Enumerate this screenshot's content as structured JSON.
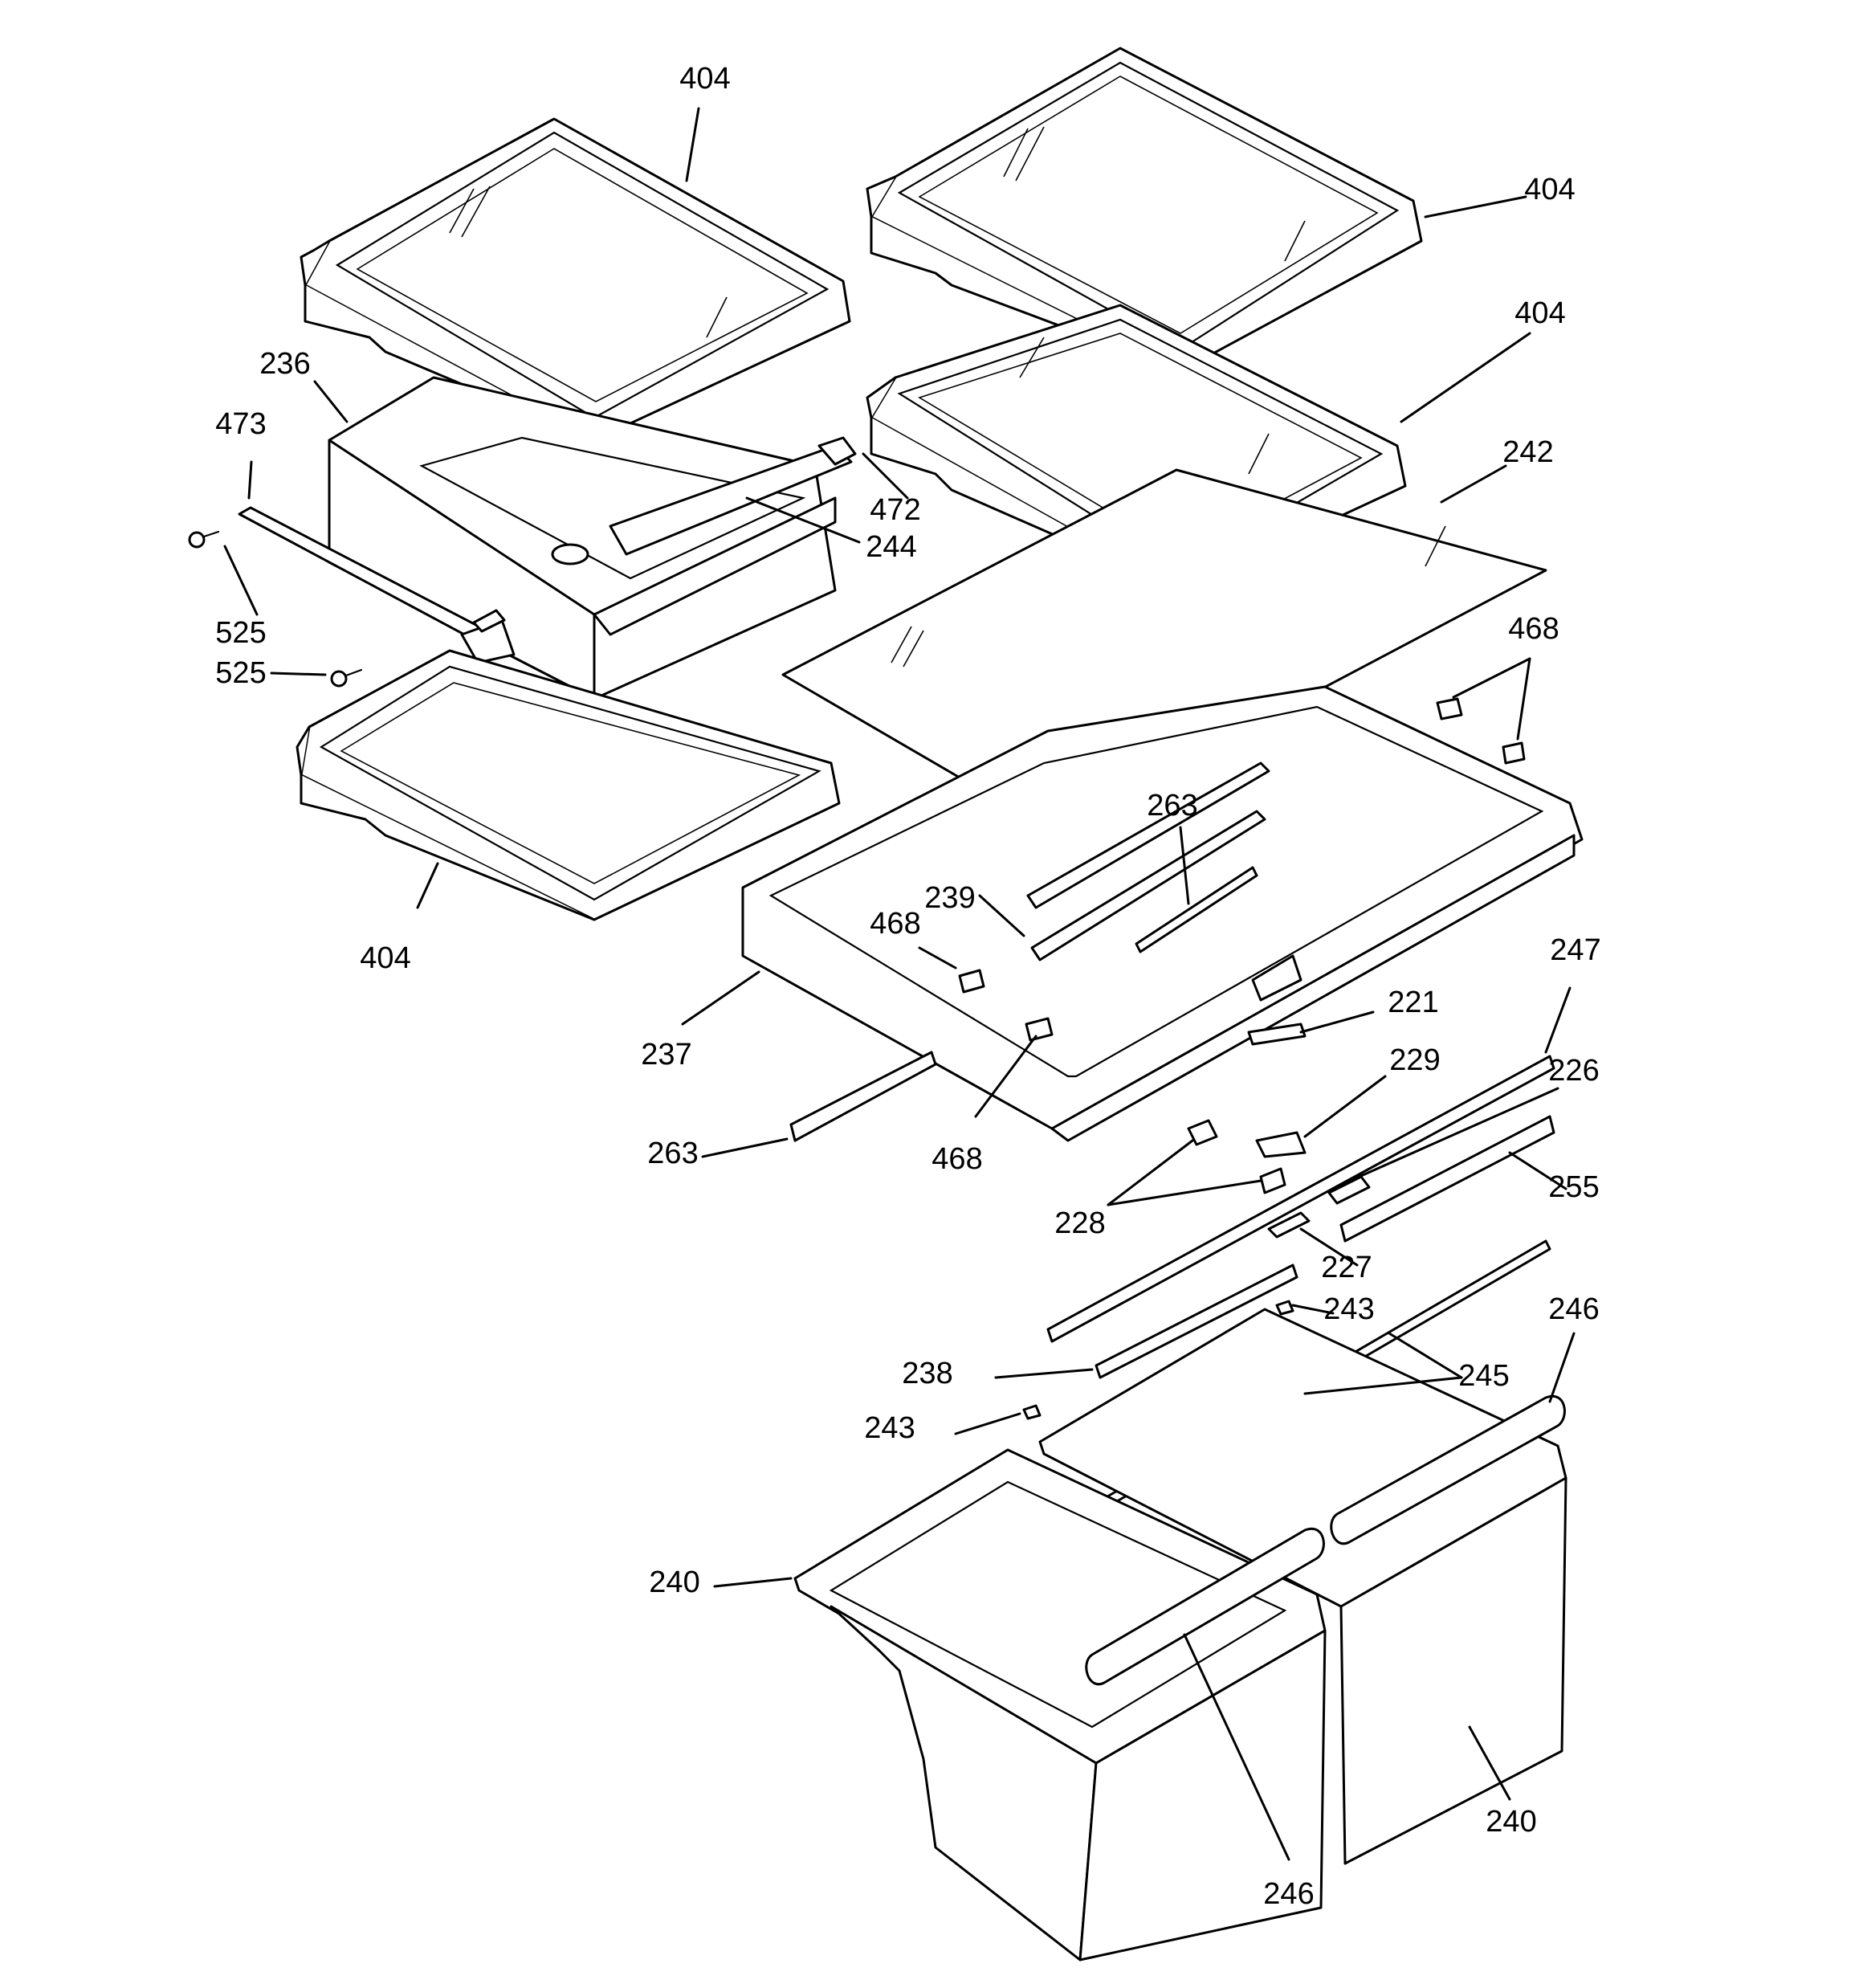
{
  "labels": [
    "404",
    "404",
    "404",
    "404",
    "236",
    "473",
    "472",
    "244",
    "525",
    "525",
    "242",
    "468",
    "263",
    "239",
    "468",
    "237",
    "221",
    "247",
    "229",
    "226",
    "468",
    "263",
    "228",
    "255",
    "227",
    "243",
    "238",
    "246",
    "245",
    "243",
    "240",
    "240",
    "246"
  ]
}
